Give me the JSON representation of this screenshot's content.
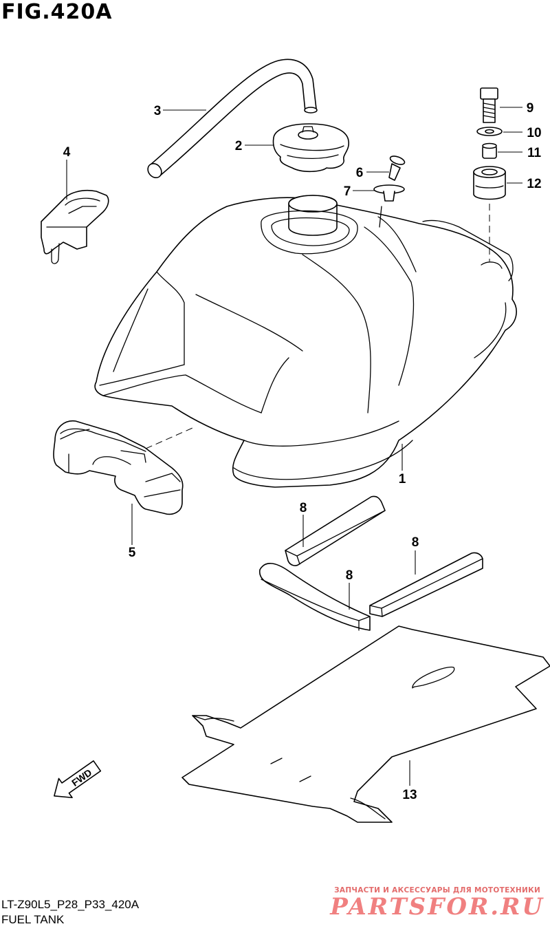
{
  "figure": {
    "title": "FIG.420A"
  },
  "callouts": {
    "p1": "1",
    "p2": "2",
    "p3": "3",
    "p4": "4",
    "p5": "5",
    "p6": "6",
    "p7": "7",
    "p8a": "8",
    "p8b": "8",
    "p8c": "8",
    "p9": "9",
    "p10": "10",
    "p11": "11",
    "p12": "12",
    "p13": "13"
  },
  "fwd_label": "FWD",
  "footer": {
    "model_code": "LT-Z90L5_P28_P33_420A",
    "section_name": "FUEL TANK"
  },
  "watermark": {
    "tagline": "ЗАПЧАСТИ И АКСЕССУАРЫ ДЛЯ МОТОТЕХНИКИ",
    "brand": "PARTSFOR.RU"
  },
  "colors": {
    "line": "#000000",
    "watermark": "#f08080"
  }
}
